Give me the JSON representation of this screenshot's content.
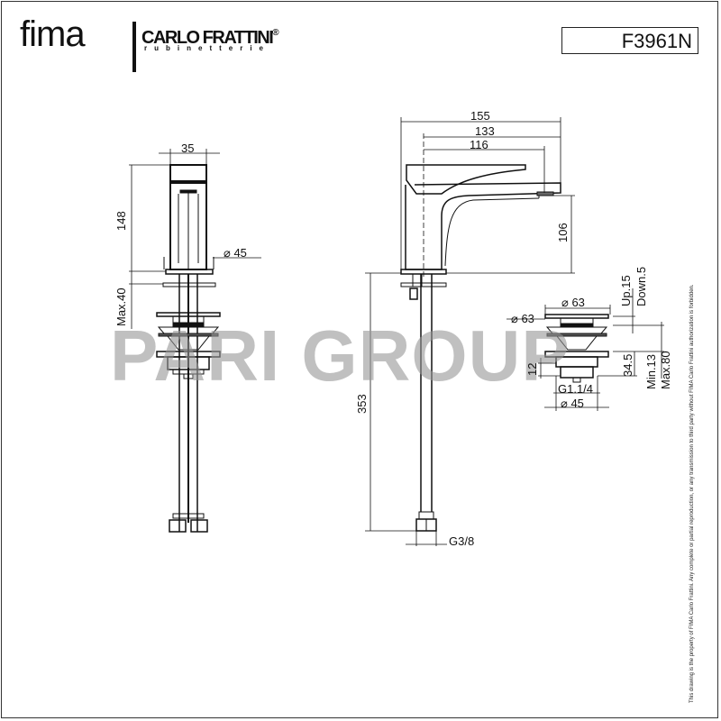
{
  "header": {
    "brand_fima": "fima",
    "brand_carlo": "CARLO FRATTINI",
    "brand_registered": "®",
    "brand_sub": "rubinetterie",
    "product_code": "F3961N"
  },
  "watermark": "PARI GROUP",
  "front_view": {
    "width_top": "35",
    "height_body": "148",
    "base_diameter": "⌀ 45",
    "max_deck": "Max.40"
  },
  "side_view": {
    "overall_length": "155",
    "spout_reach": "133",
    "spout_inner": "116",
    "spout_height": "106",
    "hose_length": "353",
    "hose_connection": "G3/8"
  },
  "waste_detail": {
    "top_diameter": "⌀ 63",
    "flange_diameter": "⌀ 63",
    "travel_up": "Up.15",
    "travel_down": "Down.5",
    "body_height": "34.5",
    "thread_length": "12",
    "range_min": "Min.13",
    "range_max": "Max.80",
    "thread": "G1.1/4",
    "bottom_diameter": "⌀ 45"
  },
  "footer": {
    "copyright": "This drawing is the property of FIMA Carlo Frattini. Any complete or partial reproduction, or any transmission to third party without FIMA Carlo Frattini authorization is forbidden."
  }
}
